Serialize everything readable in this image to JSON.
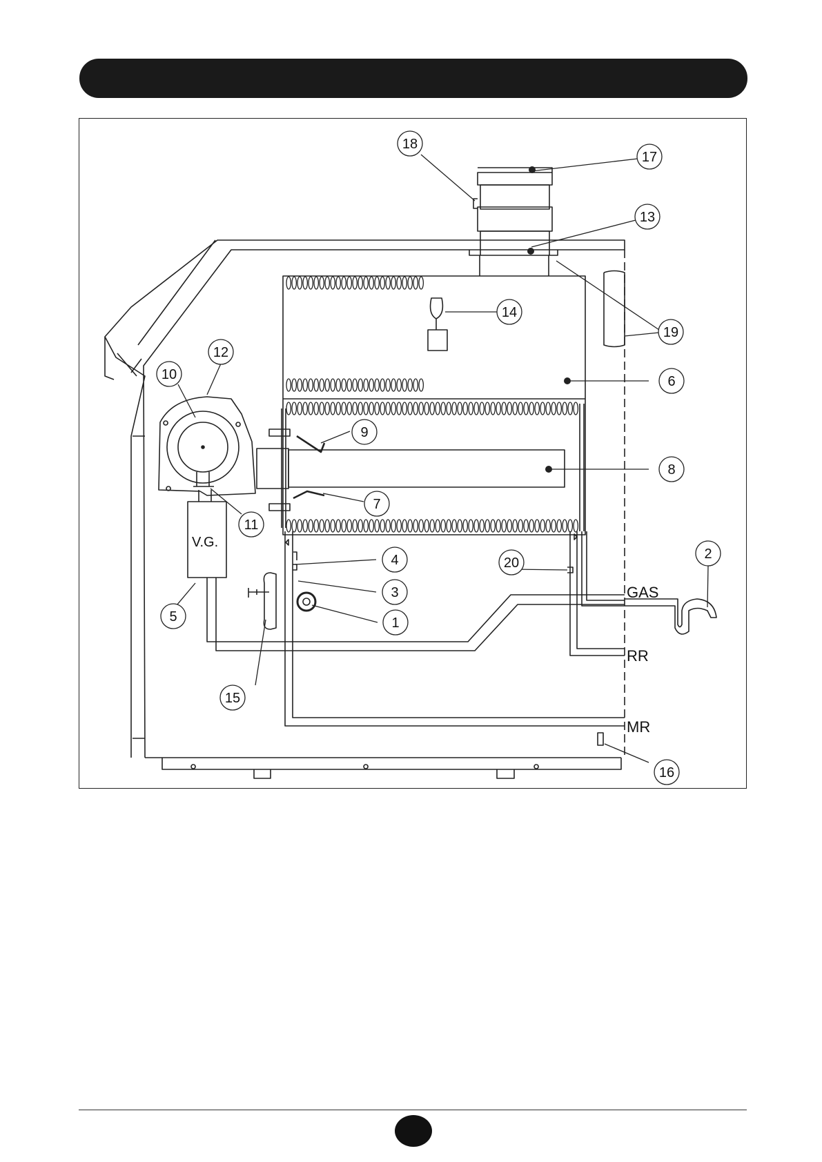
{
  "diagram": {
    "callouts": [
      "1",
      "2",
      "3",
      "4",
      "5",
      "6",
      "7",
      "8",
      "9",
      "10",
      "11",
      "12",
      "13",
      "14",
      "15",
      "16",
      "17",
      "18",
      "19",
      "20"
    ],
    "pipe_labels": {
      "gas": "GAS",
      "rr": "RR",
      "mr": "MR"
    },
    "valve_label": "V.G."
  },
  "colors": {
    "header": "#1a1a1a",
    "line": "#222222"
  }
}
